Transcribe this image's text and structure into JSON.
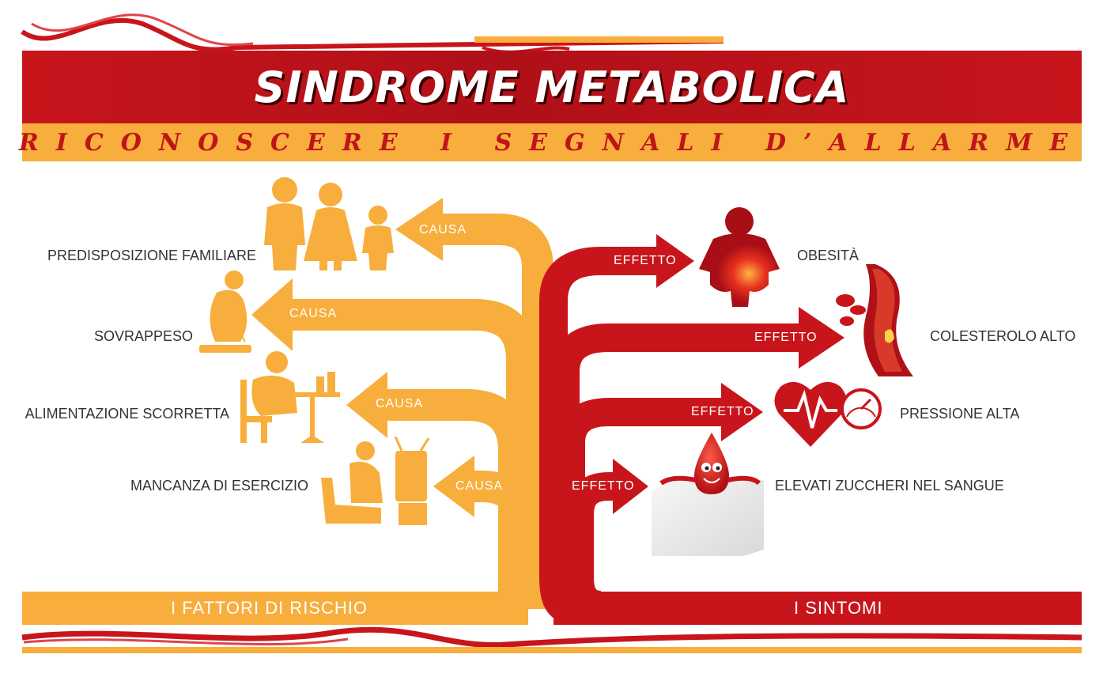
{
  "title": "SINDROME METABOLICA",
  "subtitle": "RICONOSCERE I SEGNALI D’ALLARME",
  "colors": {
    "red": "#c8151c",
    "orange": "#f8ae3c",
    "text": "#333333"
  },
  "risk_factors": {
    "heading": "I FATTORI DI RISCHIO",
    "arrow_label": "CAUSA",
    "items": [
      {
        "label": "PREDISPOSIZIONE FAMILIARE",
        "icon": "family-icon"
      },
      {
        "label": "SOVRAPPESO",
        "icon": "overweight-scale-icon"
      },
      {
        "label": "ALIMENTAZIONE SCORRETTA",
        "icon": "junk-food-eating-icon"
      },
      {
        "label": "MANCANZA DI ESERCIZIO",
        "icon": "tv-couch-icon"
      }
    ]
  },
  "symptoms": {
    "heading": "I SINTOMI",
    "arrow_label": "EFFETTO",
    "items": [
      {
        "label": "OBESITÀ",
        "icon": "obese-body-icon"
      },
      {
        "label": "COLESTEROLO ALTO",
        "icon": "artery-plaque-icon"
      },
      {
        "label": "PRESSIONE ALTA",
        "icon": "heart-pressure-gauge-icon"
      },
      {
        "label": "ELEVATI ZUCCHERI NEL SANGUE",
        "icon": "sugar-cube-blood-drop-icon"
      }
    ]
  }
}
